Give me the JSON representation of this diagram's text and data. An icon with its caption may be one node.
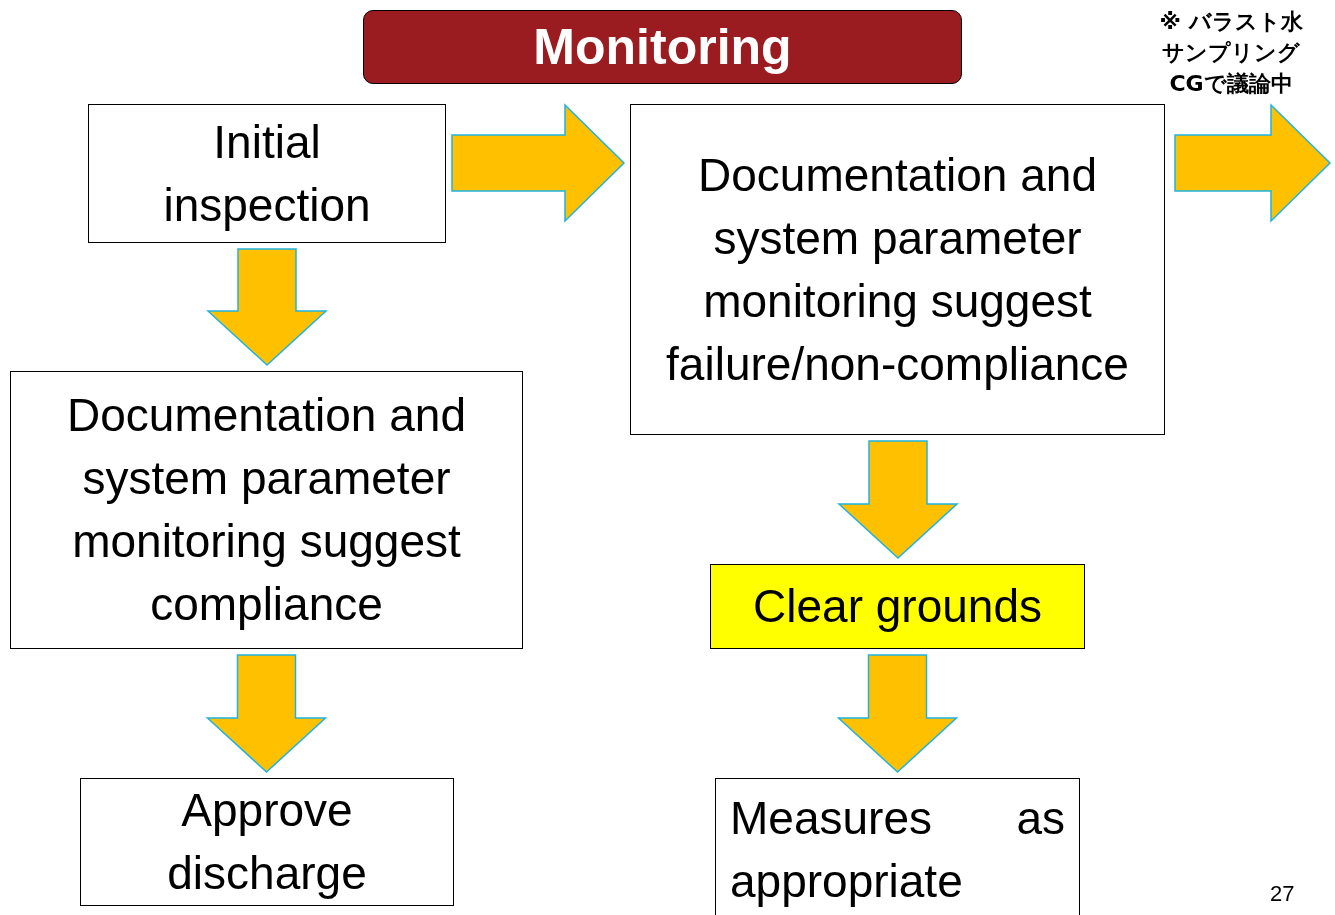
{
  "diagram": {
    "nodes": [
      {
        "text": [
          "Monitoring"
        ]
      },
      {
        "text": [
          "Initial inspection"
        ]
      },
      {
        "text": [
          "Documentation and system parameter monitoring suggest failure/non-compliance"
        ]
      },
      {
        "text": [
          "Documentation and system parameter monitoring suggest compliance"
        ]
      },
      {
        "text": [
          "Clear grounds"
        ]
      },
      {
        "text": [
          "Approve discharge"
        ]
      },
      {
        "text": [
          "Measures as appropriate"
        ]
      }
    ],
    "edges": [
      {
        "from": 1,
        "to": 2,
        "arrow": "to"
      },
      {
        "from": 2,
        "to": null,
        "arrow": "to"
      },
      {
        "from": 1,
        "to": 3,
        "arrow": "to"
      },
      {
        "from": 2,
        "to": 4,
        "arrow": "to"
      },
      {
        "from": 3,
        "to": 5,
        "arrow": "to"
      },
      {
        "from": 4,
        "to": 6,
        "arrow": "to"
      }
    ],
    "labels": [
      "※ バラスト水サンプリングCGで議論中",
      "27"
    ]
  }
}
